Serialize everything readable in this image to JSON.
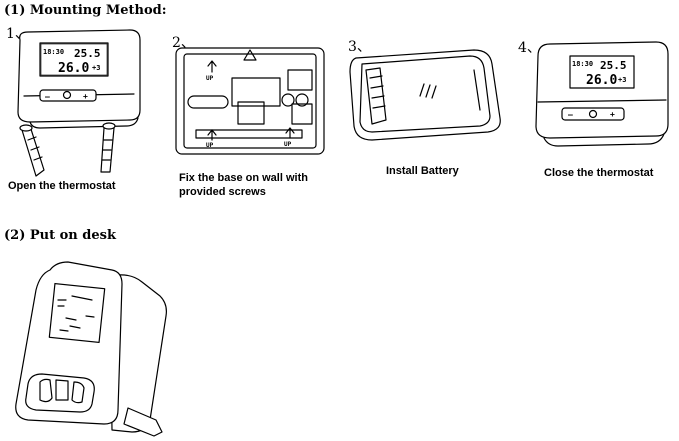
{
  "section1": {
    "title": "(1)  Mounting Method:"
  },
  "steps": [
    {
      "number": "1、",
      "caption": "Open the thermostat"
    },
    {
      "number": "2、",
      "caption_line1": "Fix the base on wall with",
      "caption_line2": "provided screws"
    },
    {
      "number": "3、",
      "caption": "Install Battery"
    },
    {
      "number": "4、",
      "caption": "Close the thermostat"
    }
  ],
  "section2": {
    "title": "(2)  Put on desk"
  },
  "device": {
    "lcd_time": "18:30",
    "lcd_room_temp": "25.5",
    "lcd_set_temp": "26.0",
    "lcd_extra": "+3",
    "minus_label": "–",
    "plus_label": "+",
    "base_up_label": "UP"
  }
}
